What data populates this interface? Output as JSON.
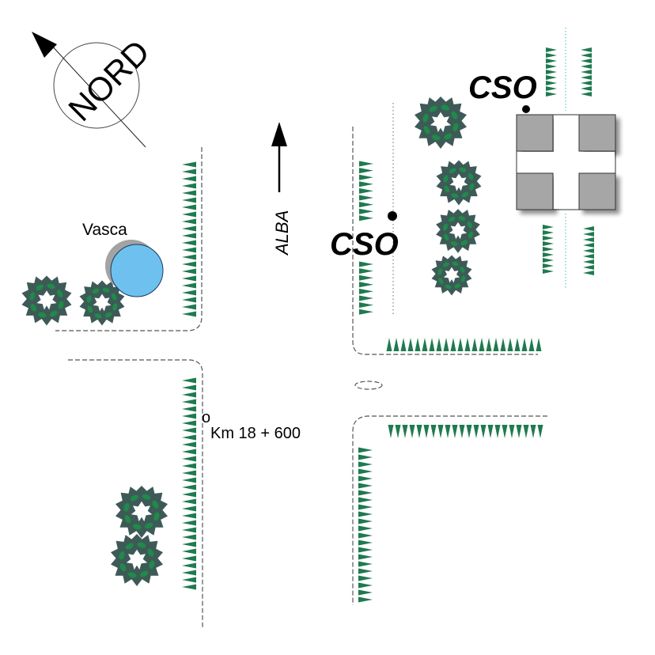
{
  "title": "Planimetria incrocio Km 18 + 600",
  "colors": {
    "hedge": "#1f7a4f",
    "tree_dark": "#3d5a57",
    "tree_accent": "#1f8a4a",
    "basin_fill": "#6ec1ef",
    "basin_shadow": "#a3a3a3",
    "building_block": "#a6a6a6",
    "road_edge": "#555555",
    "watercourse": "#4fb3c0"
  },
  "compass": {
    "label": "NORD",
    "icon": "north-arrow-icon"
  },
  "direction": {
    "label": "ALBA",
    "icon": "arrow-up-icon"
  },
  "labels": {
    "basin": "Vasca",
    "kilometer_marker": "Km 18 + 600",
    "kilometer_point": "o",
    "cso_left": "CSO",
    "cso_right": "CSO"
  },
  "legend_icons": {
    "tree": "tree-icon",
    "hedge": "hedge-triangle-icon",
    "basin": "basin-icon",
    "building": "building-icon",
    "cso_point": "cso-point-icon"
  }
}
